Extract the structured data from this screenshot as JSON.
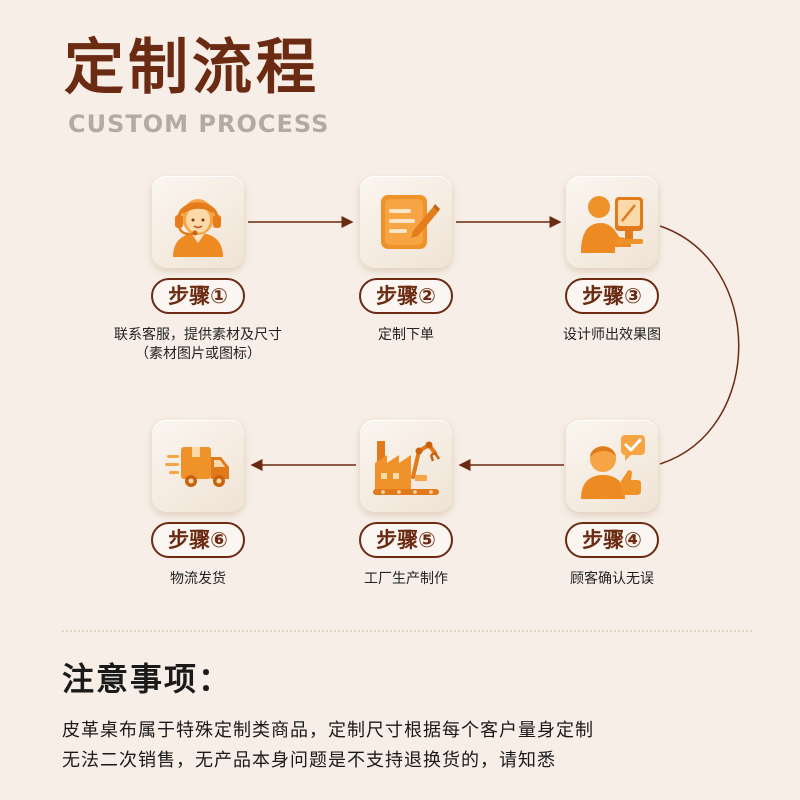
{
  "header": {
    "title": "定制流程",
    "subtitle": "CUSTOM PROCESS"
  },
  "steps": [
    {
      "label": "步骤①",
      "desc_line1": "联系客服，提供素材及尺寸",
      "desc_line2": "（素材图片或图标）",
      "icon": "customer-service-icon"
    },
    {
      "label": "步骤②",
      "desc_line1": "定制下单",
      "icon": "order-form-icon"
    },
    {
      "label": "步骤③",
      "desc_line1": "设计师出效果图",
      "icon": "designer-computer-icon"
    },
    {
      "label": "步骤④",
      "desc_line1": "顾客确认无误",
      "icon": "customer-approve-icon"
    },
    {
      "label": "步骤⑤",
      "desc_line1": "工厂生产制作",
      "icon": "factory-icon"
    },
    {
      "label": "步骤⑥",
      "desc_line1": "物流发货",
      "icon": "delivery-truck-icon"
    }
  ],
  "notes": {
    "title": "注意事项：",
    "line1": "皮革桌布属于特殊定制类商品，定制尺寸根据每个客户量身定制",
    "line2": "无法二次销售，无产品本身问题是不支持退换货的，请知悉"
  },
  "colors": {
    "brand_brown": "#6b2a12",
    "icon_orange": "#f0922a",
    "background": "#f7efe7"
  }
}
